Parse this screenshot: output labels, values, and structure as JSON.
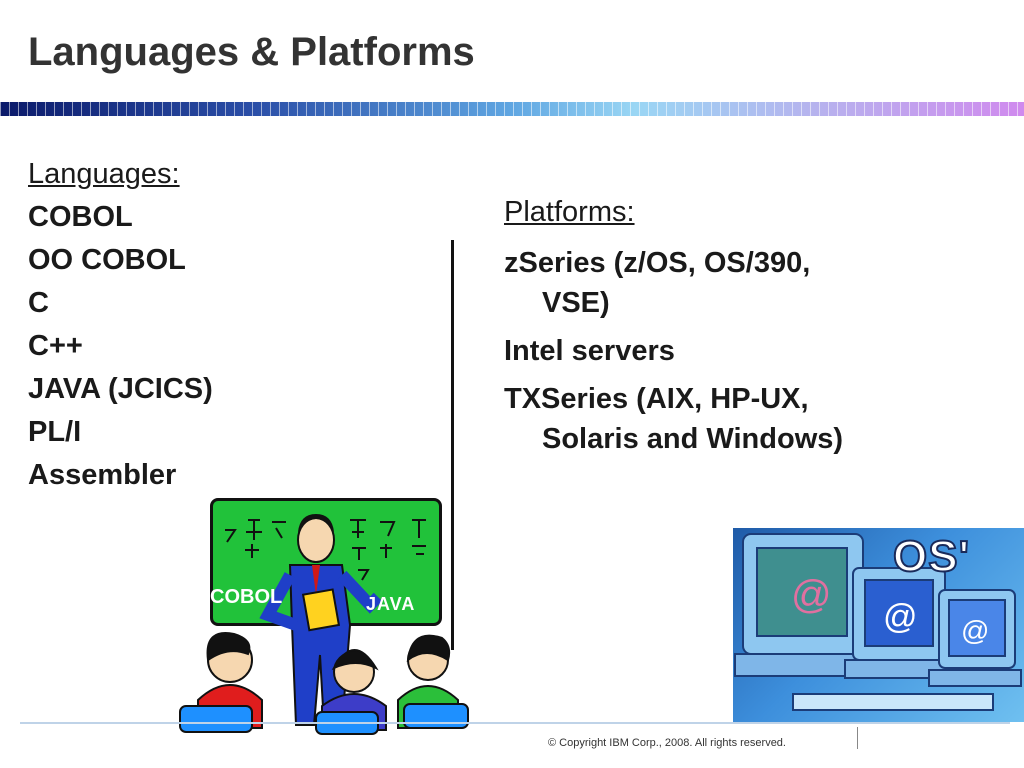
{
  "slide": {
    "title": "Languages & Platforms",
    "copyright": "© Copyright IBM Corp., 2008. All rights reserved."
  },
  "languages": {
    "heading": "Languages:",
    "items": [
      "COBOL",
      "OO COBOL",
      "C",
      "C++",
      "JAVA (JCICS)",
      "PL/I",
      "Assembler"
    ]
  },
  "platforms": {
    "heading": "Platforms:",
    "items": [
      "zSeries (z/OS, OS/390, VSE)",
      "Intel servers",
      "TXSeries (AIX, HP-UX, Solaris and Windows)"
    ]
  },
  "illustration": {
    "board_label_left": "COBOL",
    "board_label_right": "JAVA",
    "os_label": "OS'",
    "monitor_symbol": "@"
  },
  "colors": {
    "board": "#21c23a",
    "accent_dark": "#0b1a6a",
    "accent_light": "#d08aee"
  }
}
